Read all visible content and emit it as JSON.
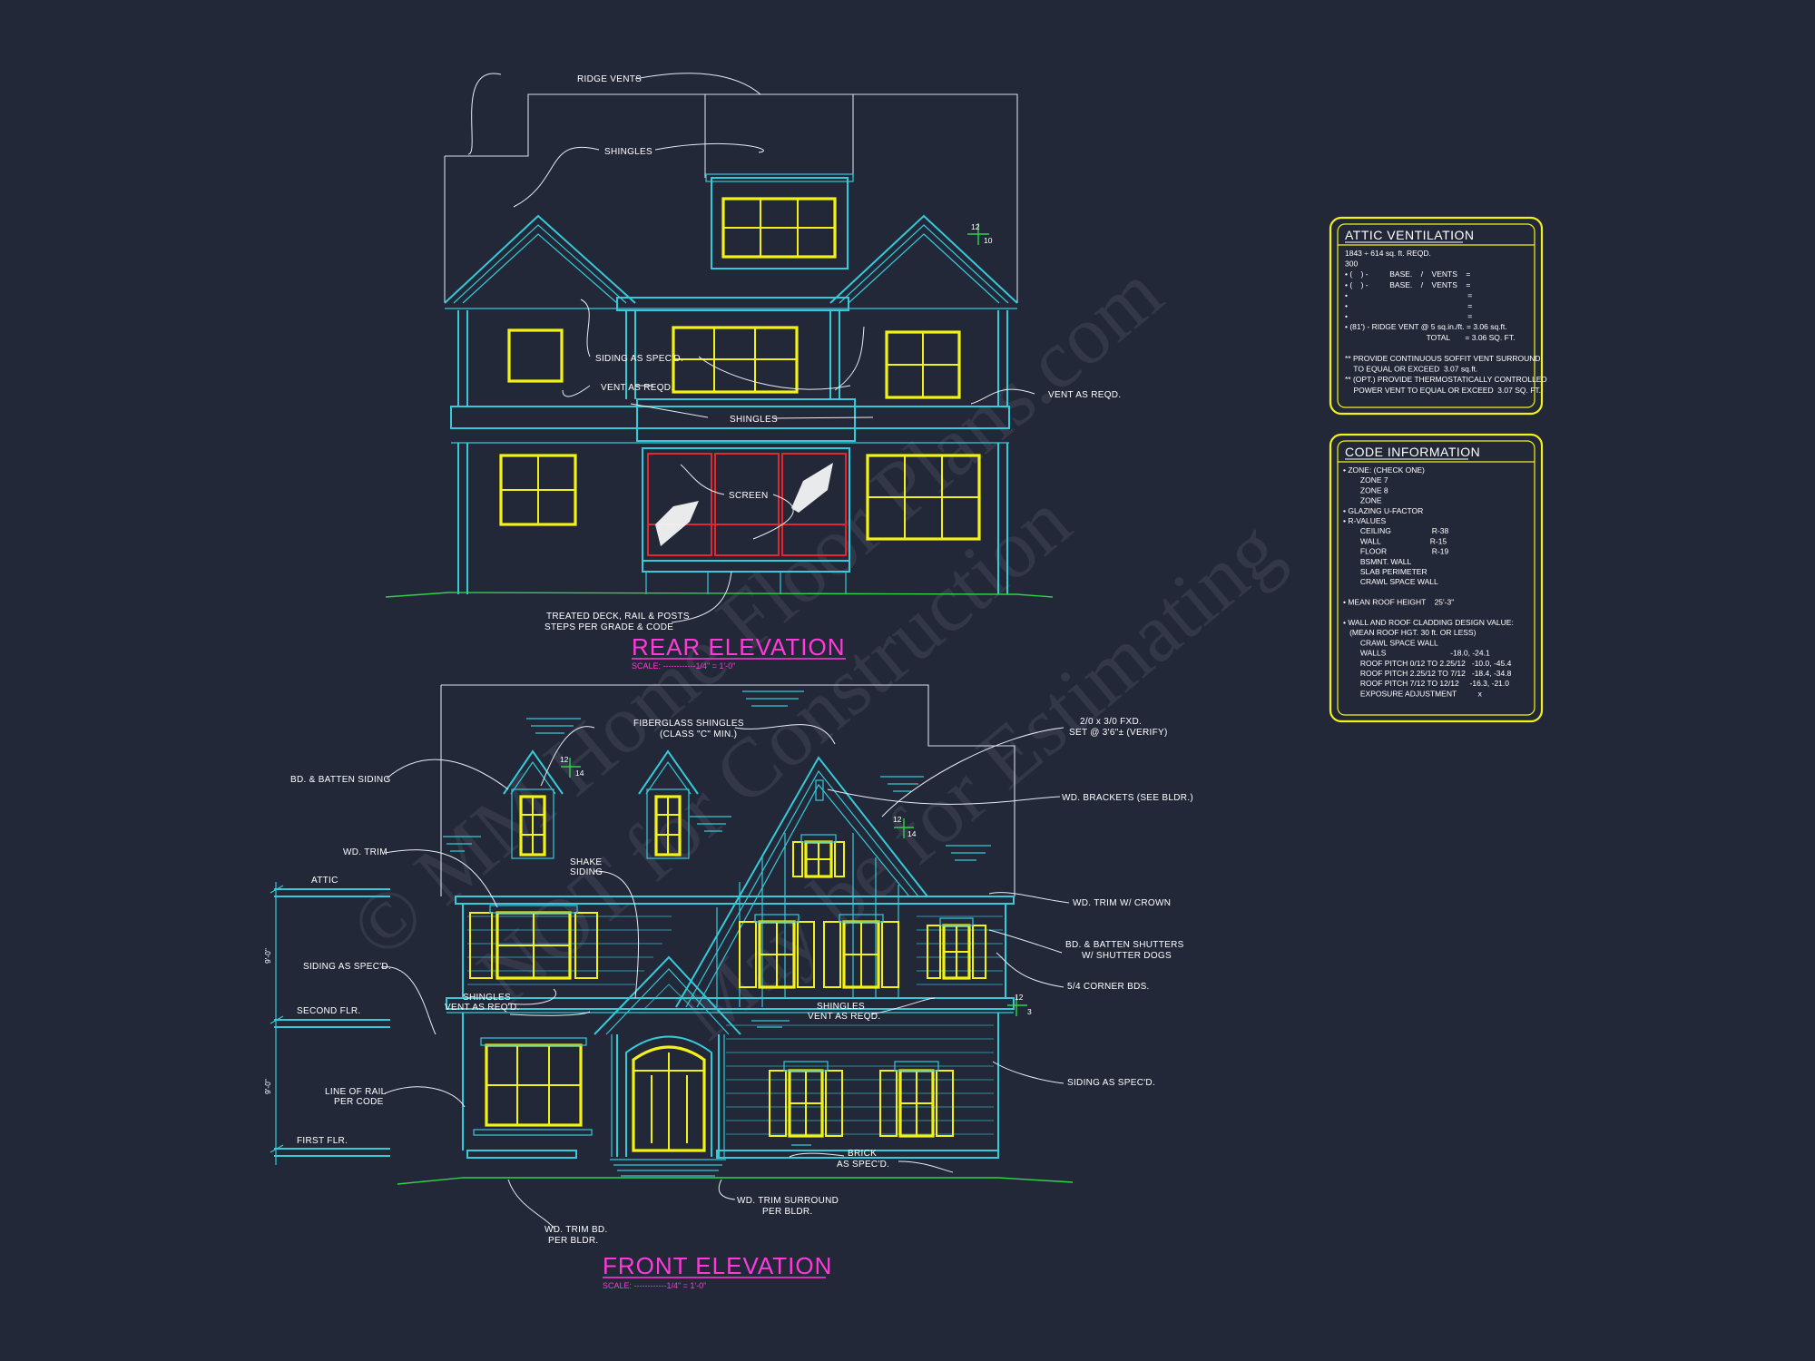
{
  "watermark": {
    "line1": "© MM Home Floor Plans.com",
    "line2": "NOT for Construction",
    "line3": "May be for Estimating"
  },
  "rear_elevation": {
    "title": "REAR ELEVATION",
    "scale": "SCALE: ------------1/4\" = 1'-0\"",
    "pitch_rise": "12",
    "pitch_run": "10",
    "labels": {
      "ridge_vents": "RIDGE VENTS",
      "shingles_top": "SHINGLES",
      "siding": "SIDING AS SPEC'D.",
      "vent_left": "VENT AS REQD.",
      "vent_right": "VENT AS REQD.",
      "shingles_mid": "SHINGLES",
      "screen": "SCREEN",
      "deck_line1": "TREATED DECK, RAIL & POSTS",
      "deck_line2": "STEPS PER GRADE & CODE"
    }
  },
  "front_elevation": {
    "title": "FRONT ELEVATION",
    "scale": "SCALE: ------------1/4\" = 1'-0\"",
    "pitch_a": "12",
    "pitch_a_run": "14",
    "pitch_b": "12",
    "pitch_b_run": "14",
    "pitch_c": "12",
    "pitch_c_run": "3",
    "levels": {
      "attic": "ATTIC",
      "second": "SECOND FLR.",
      "first": "FIRST FLR.",
      "dim_upper": "9'-0\"",
      "dim_lower": "9'-0\""
    },
    "labels": {
      "fiberglass_1": "FIBERGLASS SHINGLES",
      "fiberglass_2": "(CLASS \"C\" MIN.)",
      "fxd_1": "2/0 x 3/0 FXD.",
      "fxd_2": "SET @ 3'6\"± (VERIFY)",
      "batten_siding": "BD. & BATTEN SIDING",
      "wd_brackets": "WD. BRACKETS (SEE BLDR.)",
      "wd_trim": "WD. TRIM",
      "shake_1": "SHAKE",
      "shake_2": "SIDING",
      "wd_trim_crown": "WD. TRIM W/ CROWN",
      "siding_left": "SIDING AS SPEC'D.",
      "shutters_1": "BD. & BATTEN SHUTTERS",
      "shutters_2": "W/ SHUTTER DOGS",
      "shingles_l": "SHINGLES",
      "vent_l": "VENT AS REQ'D.",
      "corner_bds": "5/4 CORNER BDS.",
      "shingles_r": "SHINGLES",
      "vent_r": "VENT AS REQD.",
      "rail_1": "LINE OF RAIL",
      "rail_2": "PER CODE",
      "siding_right": "SIDING AS SPEC'D.",
      "brick_1": "BRICK",
      "brick_2": "AS SPEC'D.",
      "surround_1": "WD. TRIM SURROUND",
      "surround_2": "PER BLDR.",
      "trim_bd_1": "WD. TRIM BD.",
      "trim_bd_2": "PER BLDR."
    }
  },
  "attic_ventilation": {
    "title": "ATTIC VENTILATION",
    "lines": [
      "1843 ÷ 614 sq. ft. REQD.",
      "300",
      "• (    ) -          BASE.    /    VENTS    =",
      "• (    ) -          BASE.    /    VENTS    =",
      "•                                                        =",
      "•                                                        =",
      "•                                                        =",
      "• (81') - RIDGE VENT @ 5 sq.in./ft. = 3.06 sq.ft.",
      "                                      TOTAL       = 3.06 SQ. FT.",
      "",
      "** PROVIDE CONTINUOUS SOFFIT VENT SURROUND",
      "    TO EQUAL OR EXCEED  3.07 sq.ft.",
      "** (OPT.) PROVIDE THERMOSTATICALLY CONTROLLED",
      "    POWER VENT TO EQUAL OR EXCEED  3.07 SQ. FT."
    ]
  },
  "code_information": {
    "title": "CODE INFORMATION",
    "lines": [
      "• ZONE: (CHECK ONE)",
      "        ZONE 7",
      "        ZONE 8",
      "        ZONE",
      "• GLAZING U-FACTOR",
      "• R-VALUES",
      "        CEILING                   R-38",
      "        WALL                       R-15",
      "        FLOOR                     R-19",
      "        BSMNT. WALL",
      "        SLAB PERIMETER",
      "        CRAWL SPACE WALL",
      "",
      "• MEAN ROOF HEIGHT    25'-3\"",
      "",
      "• WALL AND ROOF CLADDING DESIGN VALUE:",
      "   (MEAN ROOF HGT. 30 ft. OR LESS)",
      "        CRAWL SPACE WALL",
      "        WALLS                              -18.0, -24.1",
      "        ROOF PITCH 0/12 TO 2.25/12   -10.0, -45.4",
      "        ROOF PITCH 2.25/12 TO 7/12   -18.4, -34.8",
      "        ROOF PITCH 7/12 TO 12/12     -16.3, -21.0",
      "        EXPOSURE ADJUSTMENT          x"
    ]
  }
}
